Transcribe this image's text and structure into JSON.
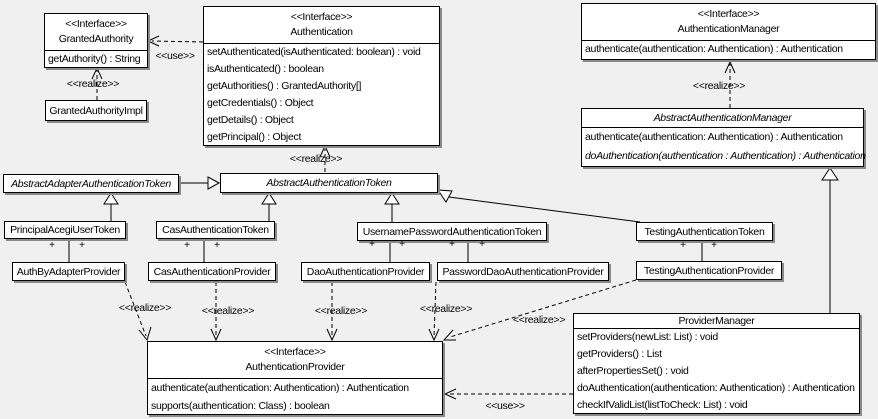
{
  "labels": {
    "interface_stereotype": "<<Interface>>",
    "realize": "<<realize>>",
    "use": "<<use>>",
    "plus": "+"
  },
  "colors": {
    "background": "#f0f0f0",
    "box_fill": "#ffffff",
    "line": "#000000",
    "shadow": "#8a8a8a"
  },
  "classes": {
    "granted_authority": {
      "stereotype": "<<Interface>>",
      "name": "GrantedAuthority",
      "methods": [
        "getAuthority() : String"
      ]
    },
    "granted_authority_impl": {
      "name": "GrantedAuthorityImpl"
    },
    "authentication": {
      "stereotype": "<<Interface>>",
      "name": "Authentication",
      "methods": [
        "setAuthenticated(isAuthenticated: boolean) : void",
        "isAuthenticated() : boolean",
        "getAuthorities() : GrantedAuthority[]",
        "getCredentials() : Object",
        "getDetails() : Object",
        "getPrincipal() : Object"
      ]
    },
    "authentication_manager": {
      "stereotype": "<<Interface>>",
      "name": "AuthenticationManager",
      "methods": [
        "authenticate(authentication: Authentication) : Authentication"
      ]
    },
    "abstract_authentication_manager": {
      "name": "AbstractAuthenticationManager",
      "methods": [
        "authenticate(authentication: Authentication) : Authentication",
        "doAuthentication(authentication : Authentication) : Authentication"
      ]
    },
    "abstract_adapter_authentication_token": {
      "name": "AbstractAdapterAuthenticationToken"
    },
    "abstract_authentication_token": {
      "name": "AbstractAuthenticationToken"
    },
    "principal_acegi_user_token": {
      "name": "PrincipalAcegiUserToken"
    },
    "cas_authentication_token": {
      "name": "CasAuthenticationToken"
    },
    "username_password_authentication_token": {
      "name": "UsernamePasswordAuthenticationToken"
    },
    "testing_authentication_token": {
      "name": "TestingAuthenticationToken"
    },
    "auth_by_adapter_provider": {
      "name": "AuthByAdapterProvider"
    },
    "cas_authentication_provider": {
      "name": "CasAuthenticationProvider"
    },
    "dao_authentication_provider": {
      "name": "DaoAuthenticationProvider"
    },
    "password_dao_authentication_provider": {
      "name": "PasswordDaoAuthenticationProvider"
    },
    "testing_authentication_provider": {
      "name": "TestingAuthenticationProvider"
    },
    "authentication_provider": {
      "stereotype": "<<Interface>>",
      "name": "AuthenticationProvider",
      "methods": [
        "authenticate(authentication: Authentication) : Authentication",
        "supports(authentication: Class) : boolean"
      ]
    },
    "provider_manager": {
      "name": "ProviderManager",
      "methods": [
        "setProviders(newList: List) : void",
        "getProviders() : List",
        "afterPropertiesSet() : void",
        "doAuthentication(authentication: Authentication) : Authentication",
        "checkIfValidList(listToCheck: List) : void"
      ]
    }
  }
}
